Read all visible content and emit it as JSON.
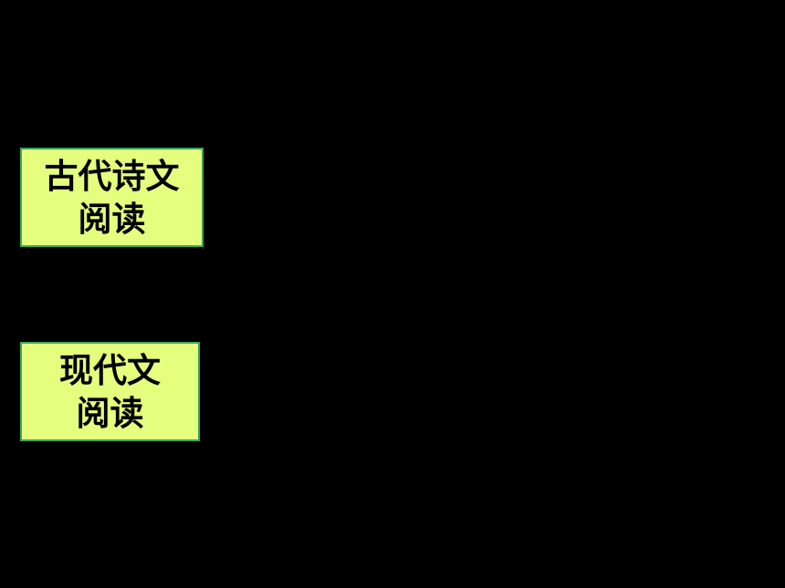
{
  "boxes": {
    "ancient": {
      "line1": "古代诗文",
      "line2": "阅读"
    },
    "modern": {
      "line1": "现代文",
      "line2": "阅读"
    }
  },
  "colors": {
    "background": "#000000",
    "box_fill": "#e4fe7e",
    "box_border": "#3aa85a",
    "text": "#000000"
  }
}
